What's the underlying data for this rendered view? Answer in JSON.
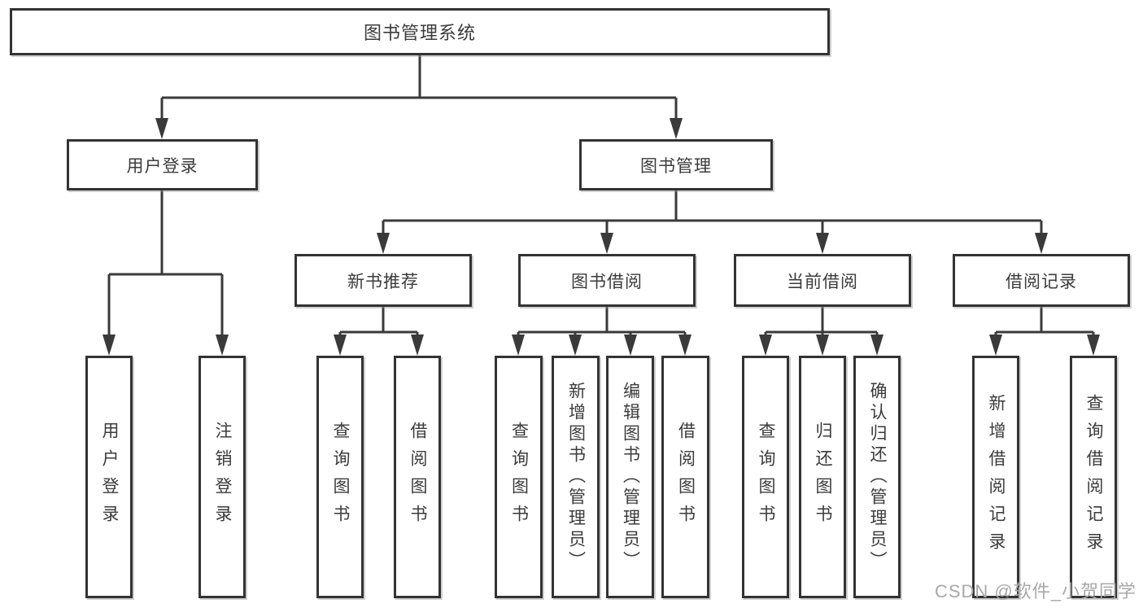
{
  "tree": {
    "label": "图书管理系统",
    "children": [
      {
        "label": "用户登录",
        "children": [
          {
            "label": "用户登录"
          },
          {
            "label": "注销登录"
          }
        ]
      },
      {
        "label": "图书管理",
        "children": [
          {
            "label": "新书推荐",
            "children": [
              {
                "label": "查询图书"
              },
              {
                "label": "借阅图书"
              }
            ]
          },
          {
            "label": "图书借阅",
            "children": [
              {
                "label": "查询图书"
              },
              {
                "label": "新增图书（管理员）"
              },
              {
                "label": "编辑图书（管理员）"
              },
              {
                "label": "借阅图书"
              }
            ]
          },
          {
            "label": "当前借阅",
            "children": [
              {
                "label": "查询图书"
              },
              {
                "label": "归还图书"
              },
              {
                "label": "确认归还（管理员）"
              }
            ]
          },
          {
            "label": "借阅记录",
            "children": [
              {
                "label": "新增借阅记录"
              },
              {
                "label": "查询借阅记录"
              }
            ]
          }
        ]
      }
    ]
  },
  "watermark": {
    "text": "CSDN @软件_小贺同学",
    "color": "#a8a8a8"
  },
  "colors": {
    "background": "#ffffff",
    "line": "#3a3a3a",
    "box_border": "#333333",
    "box_fill": "#ffffff",
    "text": "#3b3b3b"
  }
}
